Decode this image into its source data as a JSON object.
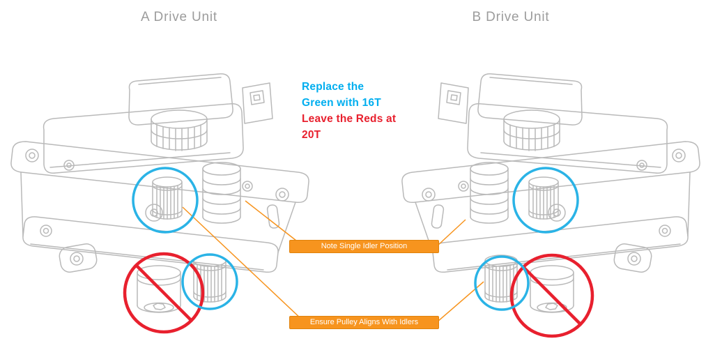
{
  "titles": {
    "a": "A Drive Unit",
    "b": "B Drive Unit"
  },
  "callout": {
    "cyan_lines": [
      "Replace the",
      "Green with 16T"
    ],
    "red_lines": [
      "Leave the Reds at",
      "20T"
    ]
  },
  "labels": {
    "single_idler": "Note Single Idler Position",
    "pulley_align": "Ensure Pulley Aligns With Idlers"
  },
  "colors": {
    "title_gray": "#9c9c9c",
    "cyan": "#00aeef",
    "red": "#e8202e",
    "orange": "#f7941e",
    "sketch": "#b9b9b9",
    "highlight_blue": "#2ab3e6"
  }
}
